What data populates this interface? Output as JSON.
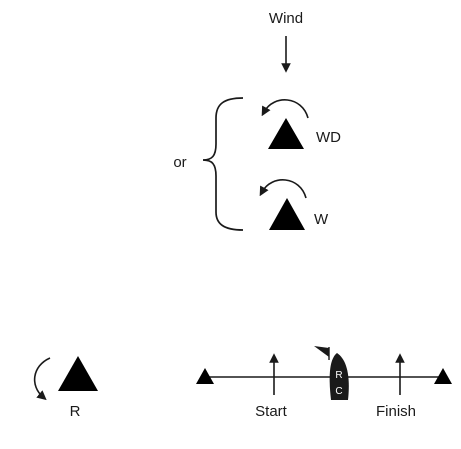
{
  "diagram": {
    "wind_label": "Wind",
    "option_connector": "or",
    "marks": {
      "windward_offset": "WD",
      "windward": "W",
      "rounding": "R"
    },
    "committee_boat": {
      "letter_top": "R",
      "letter_bottom": "C"
    },
    "line_labels": {
      "start": "Start",
      "finish": "Finish"
    },
    "colors": {
      "ink": "#1a1a1a",
      "background": "#ffffff"
    }
  }
}
